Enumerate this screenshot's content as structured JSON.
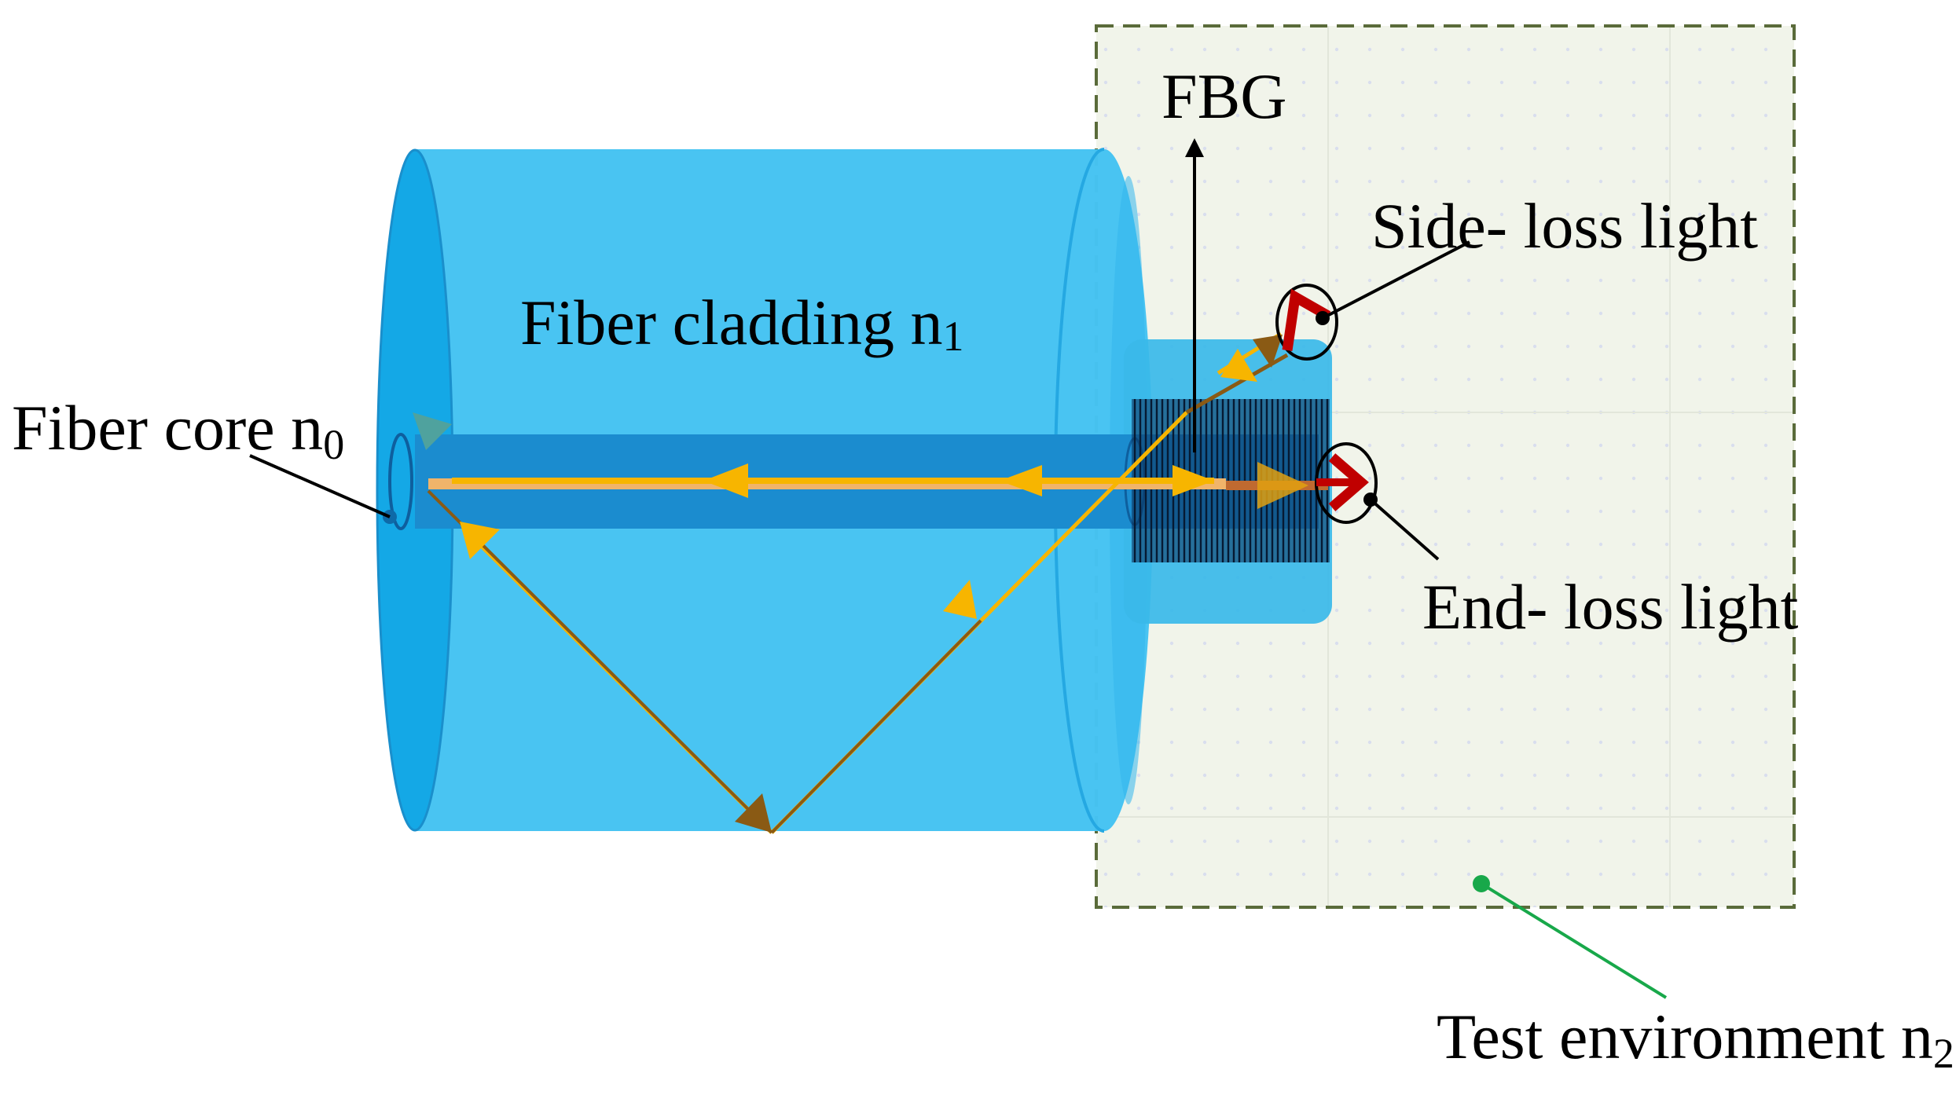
{
  "labels": {
    "fbg": "FBG",
    "side_loss": "Side- loss light",
    "end_loss": "End- loss light",
    "cladding": {
      "text": "Fiber cladding n",
      "subscript": "1"
    },
    "core": {
      "text": "Fiber core n",
      "subscript": "0"
    },
    "environment": {
      "text": "Test environment n",
      "subscript": "2"
    }
  },
  "colors": {
    "cladding": "#45c3f2",
    "cladding_edge": "#1aa6de",
    "core": "#1b8ccf",
    "grating": "#0b2f5a",
    "ray_forward": "#f7b500",
    "ray_reflected": "#8a5a14",
    "loss_arrow": "#c00000",
    "environment_fill": "#f1f4ea",
    "environment_border": "#5a6b3a",
    "environment_pointer": "#18a84a",
    "text": "#000000"
  }
}
